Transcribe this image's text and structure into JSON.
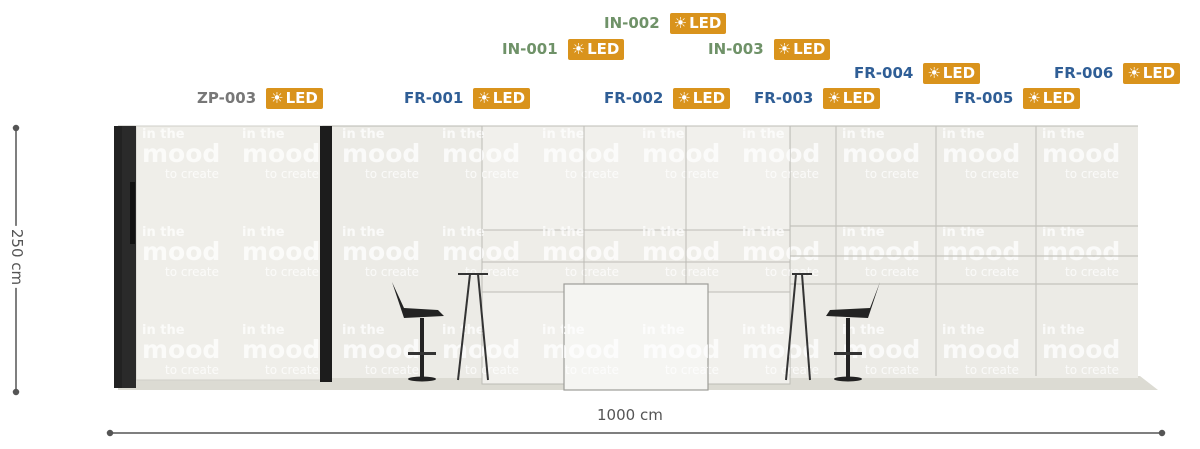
{
  "labels": [
    {
      "code": "IN-002",
      "type": "in",
      "led": "LED"
    },
    {
      "code": "IN-001",
      "type": "in",
      "led": "LED"
    },
    {
      "code": "IN-003",
      "type": "in",
      "led": "LED"
    },
    {
      "code": "FR-004",
      "type": "fr",
      "led": "LED"
    },
    {
      "code": "FR-006",
      "type": "fr",
      "led": "LED"
    },
    {
      "code": "ZP-003",
      "type": "zp",
      "led": "LED"
    },
    {
      "code": "FR-001",
      "type": "fr",
      "led": "LED"
    },
    {
      "code": "FR-002",
      "type": "fr",
      "led": "LED"
    },
    {
      "code": "FR-003",
      "type": "fr",
      "led": "LED"
    },
    {
      "code": "FR-005",
      "type": "fr",
      "led": "LED"
    }
  ],
  "dimensions": {
    "height": "250 cm",
    "width": "1000 cm"
  },
  "graphic_text": {
    "line1": "in the",
    "line2": "mood",
    "line3": "to create"
  },
  "colors": {
    "fr_code": "#2f5e96",
    "in_code": "#6f9268",
    "zp_code": "#777777",
    "led_badge": "#d9931c",
    "panel": "#ecebe6",
    "frame": "#1e1e1e"
  },
  "icons": {
    "led": "sun-icon"
  }
}
